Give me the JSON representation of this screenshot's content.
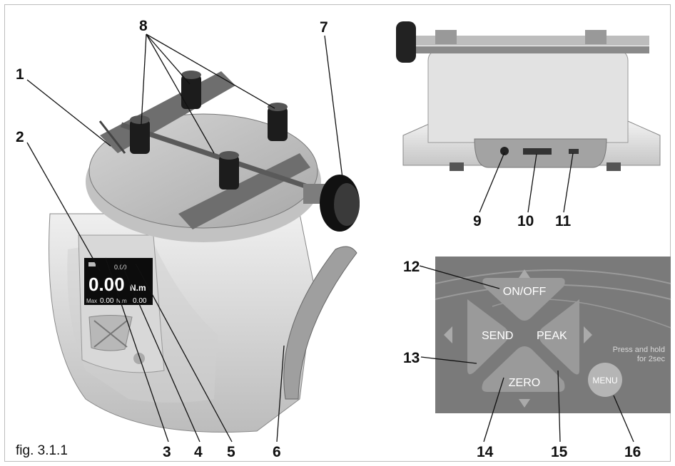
{
  "figure": {
    "caption": "fig. 3.1.1",
    "callouts": [
      "1",
      "2",
      "3",
      "4",
      "5",
      "6",
      "7",
      "8",
      "9",
      "10",
      "11",
      "12",
      "13",
      "14",
      "15",
      "16"
    ]
  },
  "display": {
    "main_reading": "0.00",
    "main_unit": "N.m",
    "sub_left": "0.00",
    "sub_left_unit": "N.m",
    "sub_right": "0.00",
    "header": "0.00",
    "max_label": "Max"
  },
  "keypad": {
    "on_off": "ON/OFF",
    "send": "SEND",
    "peak": "PEAK",
    "zero": "ZERO",
    "menu": "MENU",
    "hint_line1": "Press and hold",
    "hint_line2": "for 2sec"
  },
  "colors": {
    "panel_bg": "#7a7a7a",
    "key_fill": "#9a9a9a",
    "menu_fill": "#b5b5b5",
    "body_gray": "#dcdcdc",
    "metal": "#a9a9a9"
  }
}
